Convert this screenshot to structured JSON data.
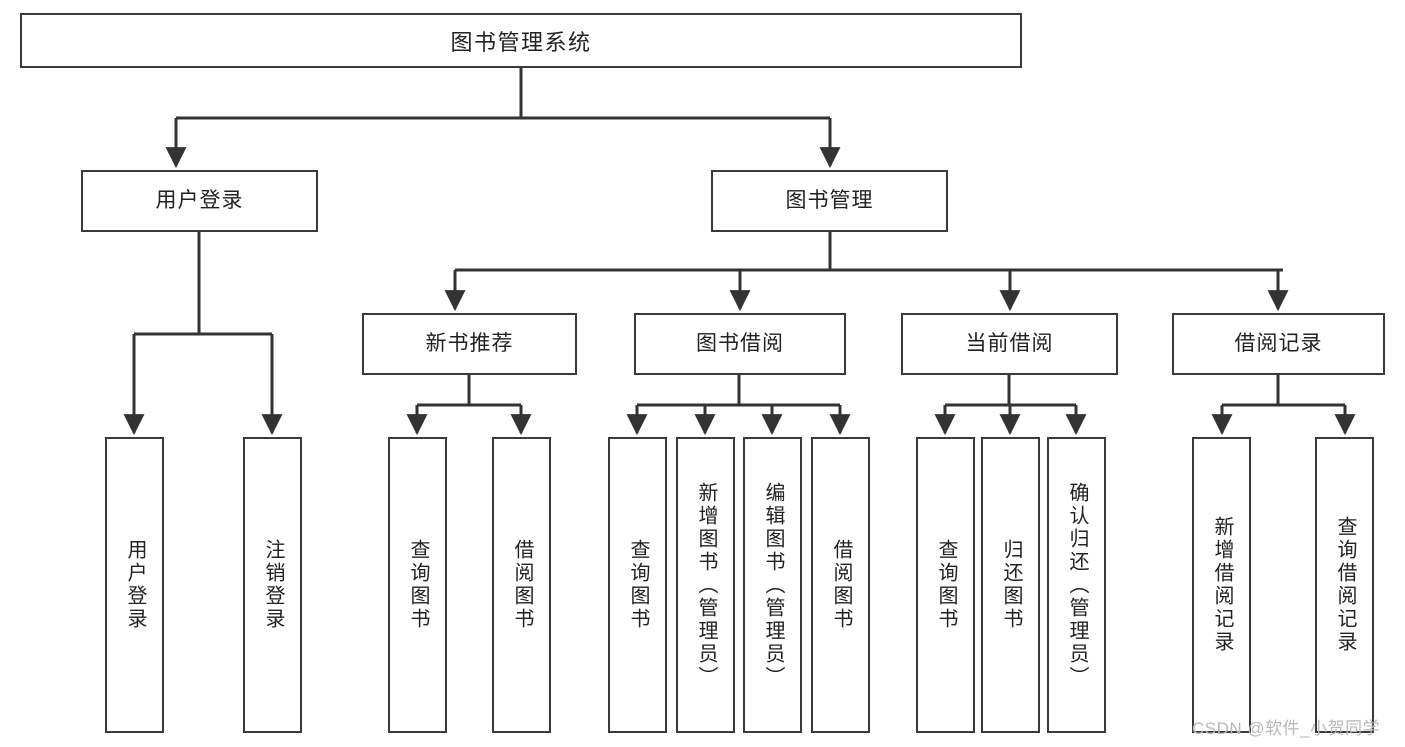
{
  "diagram": {
    "title": "图书管理系统",
    "type": "tree",
    "orientation": "top-down",
    "colors": {
      "box_border": "#3a3a3a",
      "box_fill": "#ffffff",
      "connector": "#333333",
      "text": "#222222",
      "watermark": "#b8b8b8",
      "background": "#ffffff"
    },
    "root": {
      "label": "图书管理系统"
    },
    "level2": [
      {
        "id": "user-login",
        "label": "用户登录"
      },
      {
        "id": "book-manage",
        "label": "图书管理"
      }
    ],
    "level3": [
      {
        "id": "new-book-recommend",
        "label": "新书推荐"
      },
      {
        "id": "book-borrow",
        "label": "图书借阅"
      },
      {
        "id": "current-borrow",
        "label": "当前借阅"
      },
      {
        "id": "borrow-record",
        "label": "借阅记录"
      }
    ],
    "leaves": {
      "user_login": [
        {
          "id": "leaf-user-login",
          "label": "用户登录"
        },
        {
          "id": "leaf-logout-login",
          "label": "注销登录"
        }
      ],
      "new_book_recommend": [
        {
          "id": "leaf-query-book-1",
          "label": "查询图书"
        },
        {
          "id": "leaf-borrow-book-1",
          "label": "借阅图书"
        }
      ],
      "book_borrow": [
        {
          "id": "leaf-query-book-2",
          "label": "查询图书"
        },
        {
          "id": "leaf-add-book",
          "label": "新增图书（管理员）"
        },
        {
          "id": "leaf-edit-book",
          "label": "编辑图书（管理员）"
        },
        {
          "id": "leaf-borrow-book-2",
          "label": "借阅图书"
        }
      ],
      "current_borrow": [
        {
          "id": "leaf-query-book-3",
          "label": "查询图书"
        },
        {
          "id": "leaf-return-book",
          "label": "归还图书"
        },
        {
          "id": "leaf-confirm-return",
          "label": "确认归还（管理员）"
        }
      ],
      "borrow_record": [
        {
          "id": "leaf-add-record",
          "label": "新增借阅记录"
        },
        {
          "id": "leaf-query-record",
          "label": "查询借阅记录"
        }
      ]
    }
  },
  "watermark": {
    "text": "CSDN @软件_小贺同学"
  }
}
